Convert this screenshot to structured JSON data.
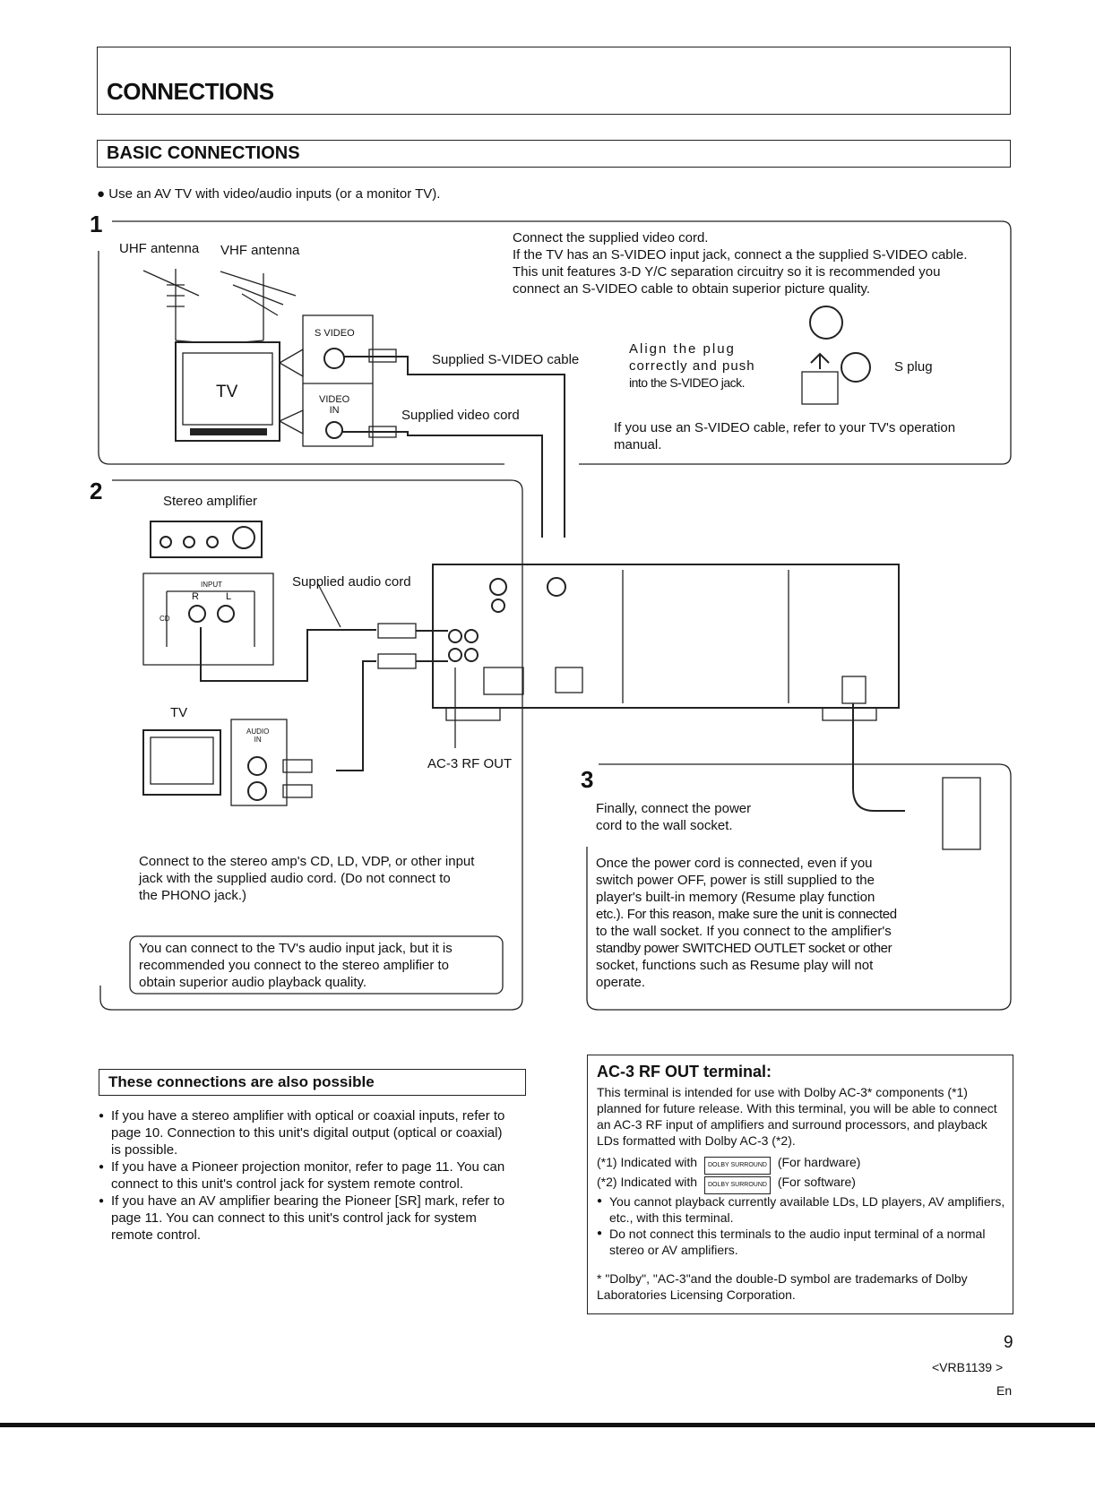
{
  "page": {
    "title": "CONNECTIONS",
    "subtitle": "BASIC CONNECTIONS",
    "intro": "Use an AV TV with video/audio inputs (or a monitor TV).",
    "page_number": "9",
    "doc_code": "<VRB1139 >",
    "lang": "En"
  },
  "step1": {
    "number": "1",
    "uhf": "UHF antenna",
    "vhf": "VHF antenna",
    "tv": "TV",
    "svideo_jack": "S VIDEO",
    "video_in_jack": "VIDEO\nIN",
    "svideo_cable": "Supplied S-VIDEO cable",
    "video_cord": "Supplied  video cord",
    "text": [
      "Connect the supplied video cord.",
      "If the TV has an S-VIDEO input jack, connect a the supplied S-VIDEO cable.",
      "This unit features 3-D Y/C separation circuitry so it is recommended you",
      "connect an S-VIDEO cable to obtain superior picture quality."
    ],
    "align_text": [
      "Align the plug",
      "correctly and push",
      "into the S-VIDEO jack."
    ],
    "splug": "S plug",
    "svideo_note": [
      "If you use an S-VIDEO cable, refer to your TV's operation",
      "manual."
    ]
  },
  "step2": {
    "number": "2",
    "amp": "Stereo amplifier",
    "input": "INPUT",
    "r": "R",
    "l": "L",
    "cd": "CD",
    "audio_cord": "Supplied audio cord",
    "tv": "TV",
    "audio_in": "AUDIO\nIN",
    "ac3": "AC-3 RF OUT",
    "text": [
      "Connect to the stereo amp's CD, LD, VDP, or other input",
      "jack with the supplied audio cord. (Do not connect to",
      "the PHONO jack.)"
    ],
    "note": [
      "You can connect to the TV's audio input jack, but it is",
      "recommended you connect to the stereo amplifier to",
      "obtain superior audio playback quality."
    ]
  },
  "step3": {
    "number": "3",
    "text1": [
      "Finally, connect the power",
      "cord to the wall socket."
    ],
    "text2": [
      "Once the power cord is connected, even if you",
      "switch power OFF, power is still supplied to the",
      "player's built-in memory (Resume play function",
      "etc.). For this reason, make sure the unit is connected",
      "to the wall socket. If you connect to the amplifier's",
      "standby power SWITCHED OUTLET socket or other",
      "socket, functions such as Resume play will not",
      "operate."
    ]
  },
  "also_possible": {
    "heading": "These connections are also possible",
    "items": [
      "If you have a stereo amplifier with optical or coaxial inputs, refer to page 10. Connection to this unit's digital output (optical or coaxial) is possible.",
      "If you have a Pioneer projection monitor, refer to page 11. You can connect to this unit's control jack for system remote control.",
      "If you have an AV amplifier bearing the Pioneer [SR] mark, refer to page 11. You can connect to this unit's control jack for system remote control."
    ]
  },
  "ac3_box": {
    "heading": "AC-3 RF OUT terminal:",
    "intro": "This terminal is intended for use with Dolby AC-3* components (*1) planned for future release. With this terminal, you will be able to connect an AC-3 RF input of amplifiers and surround processors, and playback LDs formatted with Dolby AC-3 (*2).",
    "note1": "(*1) Indicated with",
    "note1_suffix": "(For hardware)",
    "note2": "(*2) Indicated with",
    "note2_suffix": "(For software)",
    "logo_text": "DOLBY SURROUND",
    "bullets": [
      "You cannot playback currently available LDs, LD players, AV amplifiers, etc., with this terminal.",
      "Do not connect this terminals to the audio input terminal of a normal stereo or AV amplifiers."
    ],
    "trademark": "* \"Dolby\", \"AC-3\"and the double-D symbol are trademarks of Dolby Laboratories Licensing Corporation."
  }
}
